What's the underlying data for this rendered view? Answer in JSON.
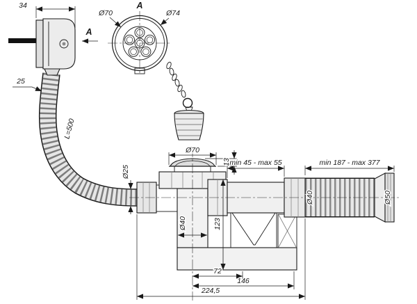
{
  "meta": {
    "background_color": "#ffffff",
    "line_color": "#1a1a1a",
    "shade_color": "#c6c6c6",
    "description": "Technical drawing of a bathtub drain siphon with overflow"
  },
  "drawing": {
    "overflow": {
      "width_dim": "34",
      "view_arrow_label": "A",
      "hose_offset_dim": "25",
      "hose_length_label": "L=500"
    },
    "view_a": {
      "title": "A",
      "inner_diameter": "Ø70",
      "outer_diameter": "Ø74"
    },
    "drain": {
      "flange_diameter": "Ø70",
      "grate_height_dim": "13",
      "inlet_diameter": "Ø25",
      "pipe_diameter": "Ø40",
      "body_height_dim": "123"
    },
    "outlet": {
      "adjust_range": "min 45 - max 55",
      "flex_range": "min 187 - max 377",
      "pipe_diameter": "Ø40",
      "end_diameter": "Ø50"
    },
    "bottom_dims": {
      "d72": "72",
      "d146": "146",
      "d224": "224,5"
    }
  }
}
